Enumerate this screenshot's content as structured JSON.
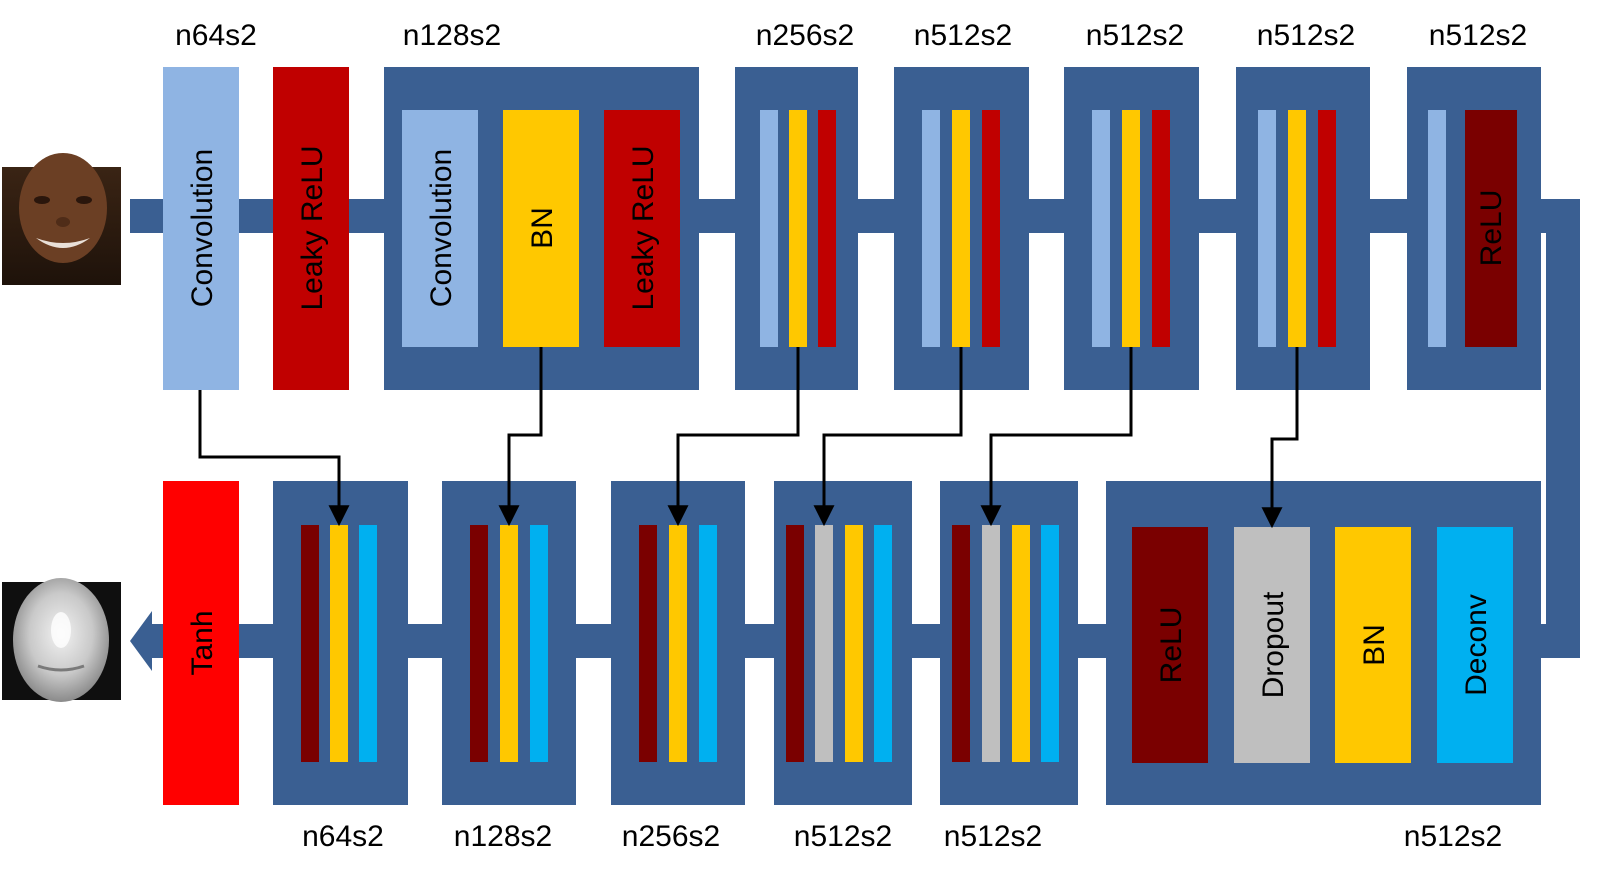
{
  "colors": {
    "block": "#3A5F92",
    "conv": "#8FB4E3",
    "leaky_relu": "#C00000",
    "bn": "#FFC800",
    "relu": "#7A0000",
    "dropout": "#BFBFBF",
    "deconv": "#00B0F0",
    "tanh": "#FF0000",
    "pipe": "#3A5F92",
    "skip": "#000000"
  },
  "encoder": {
    "labels": [
      "n64s2",
      "n128s2",
      "n256s2",
      "n512s2",
      "n512s2",
      "n512s2",
      "n512s2"
    ],
    "layer_names": {
      "conv1": "Convolution",
      "lrelu1": "Leaky ReLU",
      "conv2": "Convolution",
      "bn2": "BN",
      "lrelu2": "Leaky ReLU",
      "relu8": "ReLU"
    }
  },
  "decoder": {
    "labels": [
      "n64s2",
      "n128s2",
      "n256s2",
      "n512s2",
      "n512s2",
      "n512s2"
    ],
    "layer_names": {
      "tanh": "Tanh",
      "relu": "ReLU",
      "dropout": "Dropout",
      "bn": "BN",
      "deconv": "Deconv"
    }
  },
  "images": {
    "input": "face-photo",
    "output": "depth-map"
  }
}
